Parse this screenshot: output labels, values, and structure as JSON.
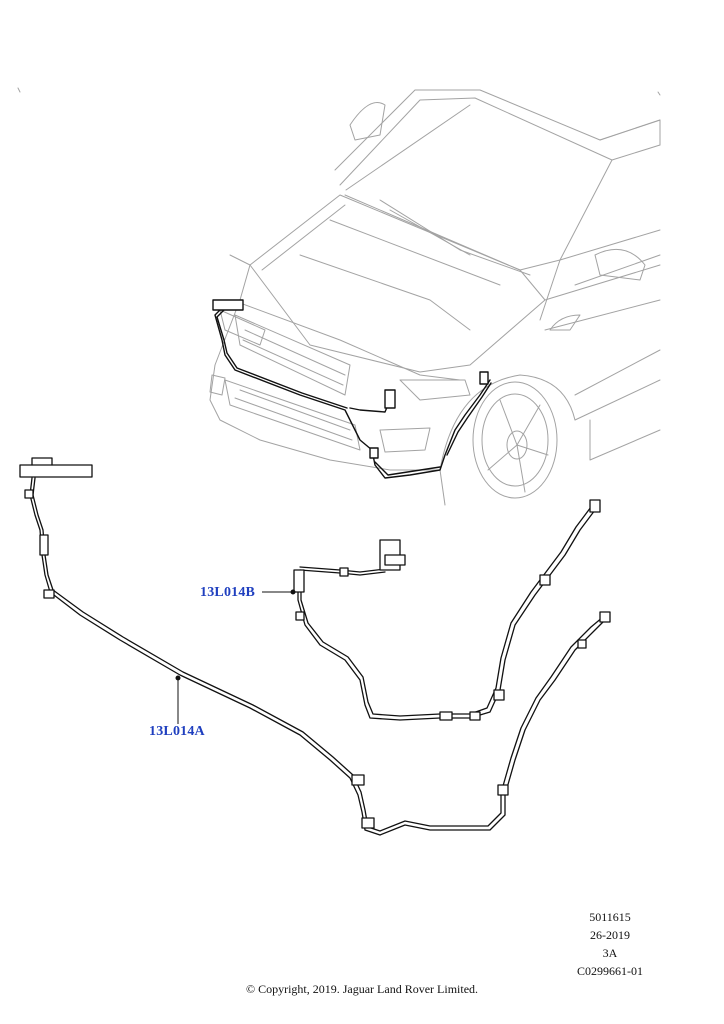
{
  "callouts": {
    "part_a": "13L014A",
    "part_b": "13L014B"
  },
  "reference": {
    "line1": "5011615",
    "line2": "26-2019",
    "line3": "3A",
    "line4": "C0299661-01"
  },
  "footer": {
    "copyright": "© Copyright, 2019. Jaguar Land Rover Limited."
  },
  "colors": {
    "callout_text": "#1f3fbf",
    "vehicle_outline": "#9a9a9a",
    "harness_line": "#111111"
  }
}
